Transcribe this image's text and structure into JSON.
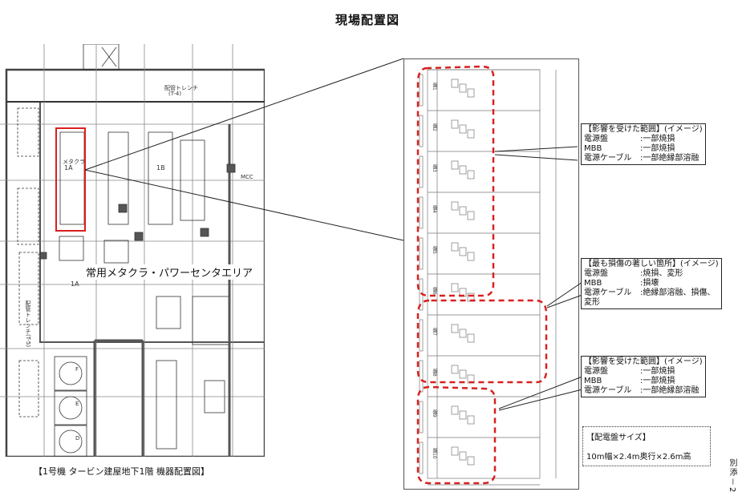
{
  "page": {
    "title": "現場配置図",
    "side_note": "別添－2"
  },
  "left_drawing": {
    "caption": "【1号機 タービン建屋地下1階 機器配置図】",
    "area_label": "常用メタクラ・パワーセンタエリア",
    "labels": {
      "trench_top": "配管トレンチ",
      "trench_top_code": "(T-4)",
      "mc_1a": "1A",
      "mc_1b": "1B",
      "mc_label": "メタクラ",
      "pc_1a": "1A",
      "trench_left": "配管トレンチ(T-5)",
      "mcc": "MCC",
      "tank_f": "F",
      "tank_e": "E",
      "tank_d": "D"
    },
    "highlight_color": "#d92020"
  },
  "right_panel": {
    "dash_color": "#d92020",
    "panels": [
      "盤1",
      "盤2",
      "盤3",
      "盤4",
      "盤5",
      "盤6",
      "盤7",
      "盤8",
      "盤9",
      "盤10"
    ]
  },
  "callouts": [
    {
      "heading": "【影響を受けた範囲】(イメージ)",
      "rows": [
        {
          "key": "電源盤",
          "value": ":一部焼損"
        },
        {
          "key": "MBB",
          "value": ":一部焼損"
        },
        {
          "key": "電源ケーブル",
          "value": ":一部絶縁部溶融"
        }
      ]
    },
    {
      "heading": "【最も損傷の著しい箇所】(イメージ)",
      "rows": [
        {
          "key": "電源盤",
          "value": ":焼損、変形"
        },
        {
          "key": "MBB",
          "value": ":損壊"
        },
        {
          "key": "電源ケーブル",
          "value": ":絶縁部溶融、損傷、"
        }
      ],
      "continuation": "変形"
    },
    {
      "heading": "【影響を受けた範囲】(イメージ)",
      "rows": [
        {
          "key": "電源盤",
          "value": ":一部焼損"
        },
        {
          "key": "MBB",
          "value": ":一部焼損"
        },
        {
          "key": "電源ケーブル",
          "value": ":一部絶縁部溶融"
        }
      ]
    }
  ],
  "size_box": {
    "heading": "【配電盤サイズ】",
    "value": "10m幅×2.4m奥行×2.6m高"
  }
}
